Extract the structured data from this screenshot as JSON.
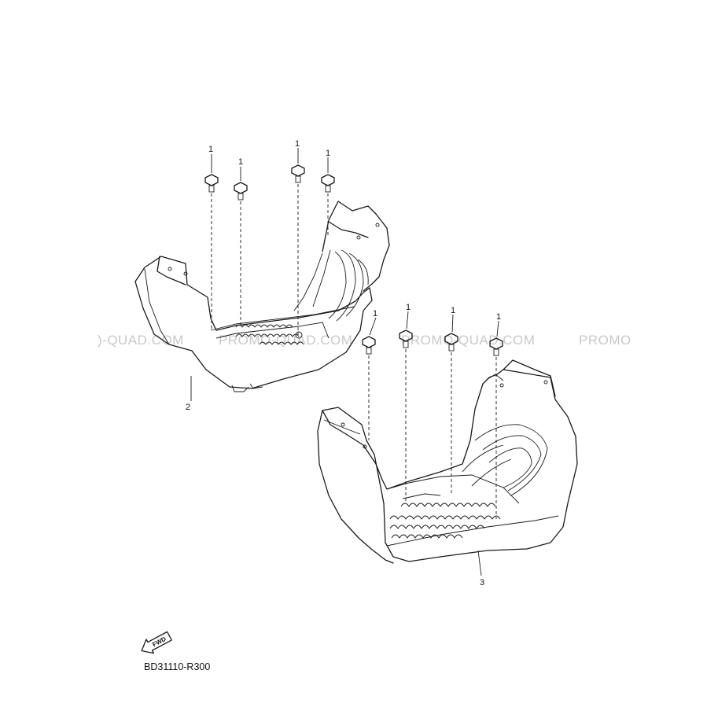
{
  "watermark": {
    "segments": [
      ")-QUAD.COM",
      "PROMO-QUAD.COM",
      "PROMO-QUAD.COM",
      "PROMO"
    ]
  },
  "callouts": {
    "bolt": "1",
    "left_footrest": "2",
    "right_footrest": "3"
  },
  "fwd_label": "FWD",
  "diagram_code": "BD31110-R300"
}
